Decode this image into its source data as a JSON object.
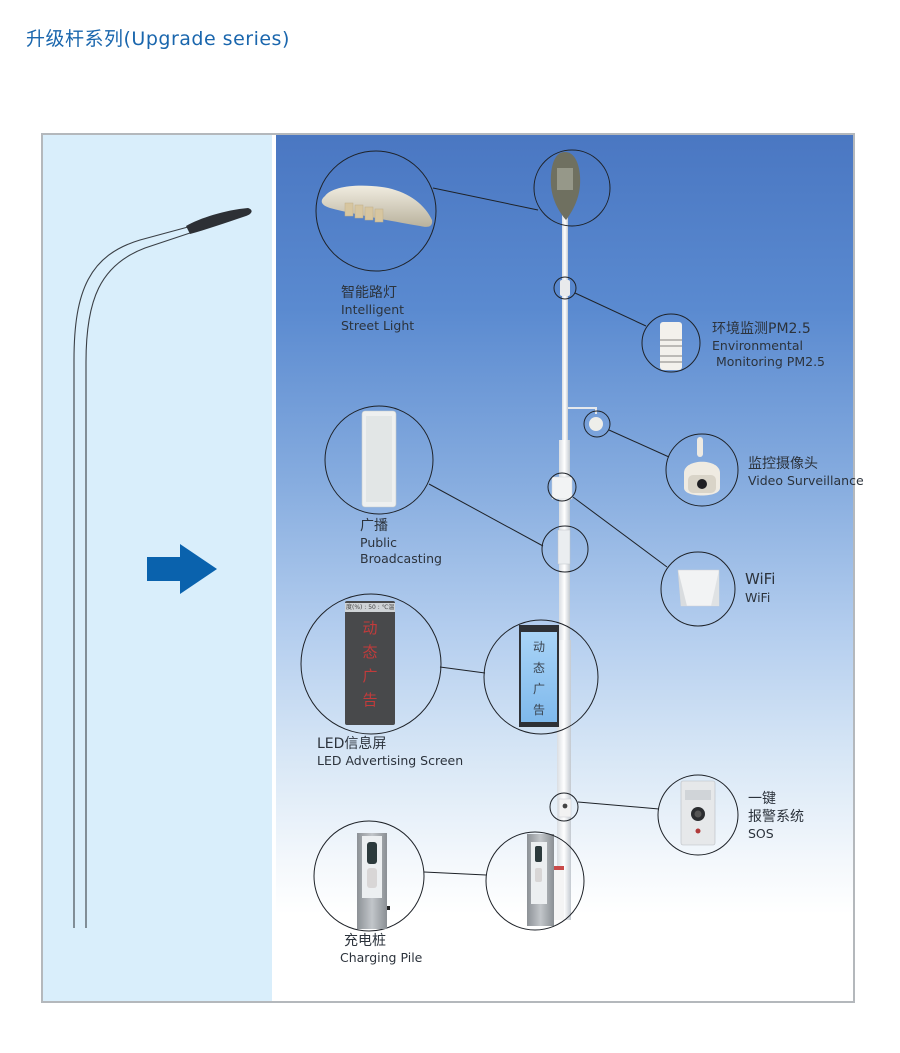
{
  "page": {
    "title": "升级杆系列(Upgrade series)"
  },
  "colors": {
    "title": "#1a66ad",
    "arrow": "#0a62ad",
    "left_panel_bg": "#d9eefb",
    "sky_top": "#4a77c2",
    "sky_bottom": "#ffffff",
    "frame_border": "#b4b8bc",
    "led_text": "#c23b3b"
  },
  "left_panel": {
    "description": "basic street light pole",
    "arrow_icon": "right-arrow-icon"
  },
  "components": [
    {
      "id": "street-light",
      "cn": "智能路灯",
      "en_lines": [
        "Intelligent",
        "Street Light"
      ]
    },
    {
      "id": "pm25",
      "cn": "环境监测PM2.5",
      "en_lines": [
        "Environmental",
        " Monitoring PM2.5"
      ]
    },
    {
      "id": "camera",
      "cn": "监控摄像头",
      "en_lines": [
        "Video Surveillance"
      ]
    },
    {
      "id": "broadcast",
      "cn": "广播",
      "en_lines": [
        "Public",
        "Broadcasting"
      ]
    },
    {
      "id": "wifi",
      "cn": "WiFi",
      "en_lines": [
        "WiFi"
      ]
    },
    {
      "id": "led",
      "cn": "LED信息屏",
      "en_lines": [
        "LED Advertising Screen"
      ]
    },
    {
      "id": "sos",
      "cn": "一键",
      "cn2": "报警系统",
      "en_lines": [
        "SOS"
      ]
    },
    {
      "id": "charging",
      "cn": "充电桩",
      "en_lines": [
        "Charging Pile"
      ]
    }
  ],
  "led_screen": {
    "chars": [
      "动",
      "态",
      "广",
      "告"
    ],
    "ticker": "度(%) : 50 : ℃温"
  }
}
